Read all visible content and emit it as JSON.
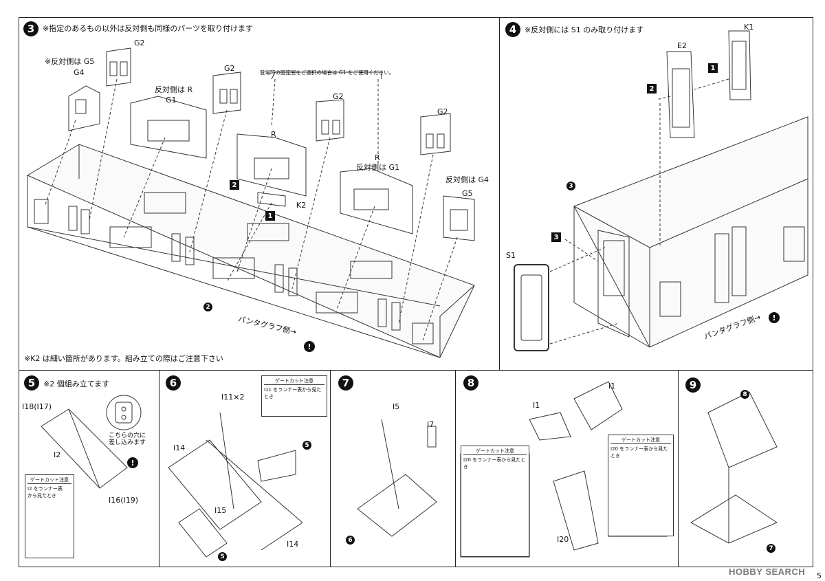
{
  "step3": {
    "num": "3",
    "instruction": "※指定のあるもの以外は反対側も同様のパーツを取り付けます",
    "labels": {
      "g2a": "G2",
      "g5note": "※反対側は G5",
      "g4": "G4",
      "g2b": "G2",
      "opp_r": "反対側は R",
      "g1": "G1",
      "fix_note": "登場時の固定窓をご選択の場合は G1 をご使用ください。",
      "g2c": "G2",
      "r1": "R",
      "r2": "R",
      "opp_g1": "反対側は G1",
      "g2d": "G2",
      "opp_g4": "反対側は G4",
      "g5": "G5",
      "k2": "K2"
    },
    "badges": {
      "b2a": "2",
      "b1": "1",
      "c2": "2"
    },
    "pantograph": "パンタグラフ側→",
    "bang": "!",
    "k2_note": "※K2 は細い箇所があります。組み立ての際はご注意下さい"
  },
  "step4": {
    "num": "4",
    "instruction": "※反対側には S1 のみ取り付けます",
    "labels": {
      "k1": "K1",
      "e2": "E2",
      "s1": "S1"
    },
    "badges": {
      "b1": "1",
      "b2": "2",
      "b3": "3",
      "c3": "3"
    },
    "pantograph": "パンタグラフ側→",
    "bang": "!"
  },
  "step5": {
    "num": "5",
    "instruction": "※2 個組み立てます",
    "labels": {
      "i18": "I18(I17)",
      "i2": "I2",
      "i16": "I16(I19)"
    },
    "callout": "こちらの穴に\n差し込みます",
    "bang": "!",
    "gate": {
      "title": "ゲートカット注意",
      "body": "I2 をランナー表\nから見たとき"
    }
  },
  "step6": {
    "num": "6",
    "labels": {
      "i11": "I11×2",
      "i14a": "I14",
      "i15": "I15",
      "i14b": "I14"
    },
    "gate": {
      "title": "ゲートカット注意",
      "body": "I11 をランナー表から見たとき"
    },
    "refs": {
      "r5a": "5",
      "r5b": "5"
    }
  },
  "step7": {
    "num": "7",
    "labels": {
      "i5": "I5",
      "i7": "I7"
    },
    "refs": {
      "r6": "6"
    }
  },
  "step8": {
    "num": "8",
    "labels": {
      "i1a": "I1",
      "i1b": "I1",
      "i20": "I20"
    },
    "gate_left": {
      "title": "ゲートカット注意",
      "body": "I20 をランナー表から見たとき"
    },
    "gate_right": {
      "title": "ゲートカット注意",
      "body": "I20 をランナー表から見たとき"
    }
  },
  "step9": {
    "num": "9",
    "refs": {
      "r8": "8",
      "r7": "7"
    }
  },
  "footer": {
    "watermark": "HOBBY SEARCH",
    "page": "5"
  }
}
